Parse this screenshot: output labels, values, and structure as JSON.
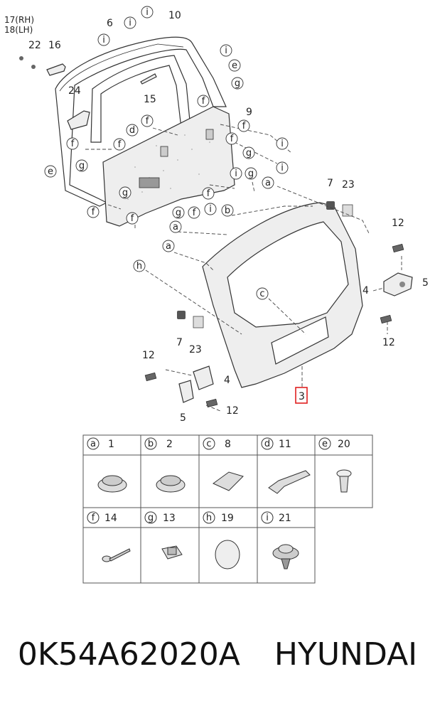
{
  "callouts": {
    "rh_lh": [
      "17(RH)",
      "18(LH)"
    ],
    "n22": "22",
    "n16": "16",
    "n6": "6",
    "n10": "10",
    "n24": "24",
    "n15": "15",
    "n9": "9",
    "n7a": "7",
    "n23a": "23",
    "n12a": "12",
    "n5a": "5",
    "n4a": "4",
    "n12b": "12",
    "n7b": "7",
    "n23b": "23",
    "n12c": "12",
    "n4b": "4",
    "n5b": "5",
    "n12d": "12",
    "n3": "3"
  },
  "letters": [
    "a",
    "b",
    "c",
    "d",
    "e",
    "f",
    "g",
    "h",
    "i"
  ],
  "legend": {
    "row1": [
      {
        "letter": "a",
        "number": "1",
        "icon": "grommet-icon"
      },
      {
        "letter": "b",
        "number": "2",
        "icon": "grommet-icon"
      },
      {
        "letter": "c",
        "number": "8",
        "icon": "pad-icon"
      },
      {
        "letter": "d",
        "number": "11",
        "icon": "strap-icon"
      },
      {
        "letter": "e",
        "number": "20",
        "icon": "clip-icon"
      }
    ],
    "row2": [
      {
        "letter": "f",
        "number": "14",
        "icon": "screw-icon"
      },
      {
        "letter": "g",
        "number": "13",
        "icon": "nut-icon"
      },
      {
        "letter": "h",
        "number": "19",
        "icon": "plug-icon"
      },
      {
        "letter": "i",
        "number": "21",
        "icon": "fastener-icon"
      }
    ]
  },
  "caption": {
    "part_number": "0K54A62020A",
    "brand": "HYUNDAI"
  },
  "highlight_color": "#e02020"
}
